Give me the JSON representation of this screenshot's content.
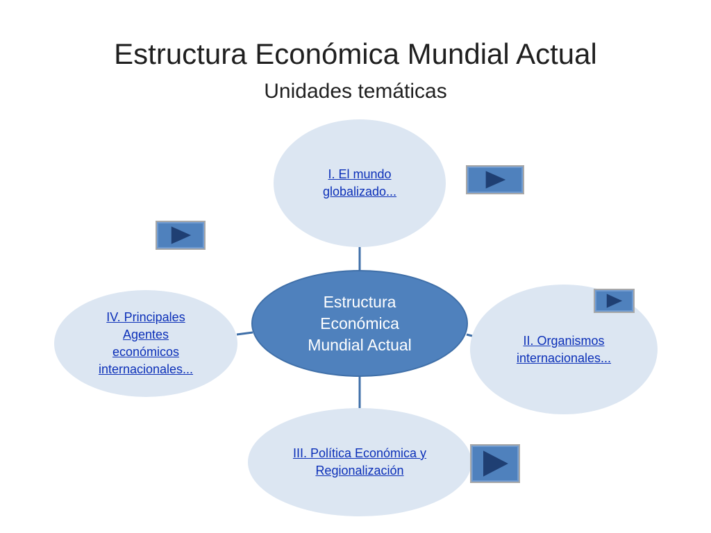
{
  "slide": {
    "title": "Estructura Económica Mundial Actual",
    "subtitle": "Unidades temáticas"
  },
  "diagram": {
    "center": {
      "label": "Estructura\nEconómica\nMundial Actual"
    },
    "topics": [
      {
        "label": "I. El mundo\nglobalizado..."
      },
      {
        "label": "II. Organismos\ninternacionales..."
      },
      {
        "label": "III. Política Económica y\nRegionalización"
      },
      {
        "label": "IV. Principales\nAgentes\neconómicos\ninternacionales..."
      }
    ]
  },
  "nav_buttons": [
    {
      "icon": "play-arrow-icon"
    },
    {
      "icon": "play-arrow-icon"
    },
    {
      "icon": "play-arrow-icon"
    },
    {
      "icon": "play-arrow-icon"
    }
  ],
  "colors": {
    "center_fill": "#4f81bd",
    "topic_fill": "#dce6f2",
    "connector": "#3f6fa8",
    "link_text": "#0b2fb8",
    "button_fill": "#4f81bd",
    "arrow_fill": "#1f3f73"
  }
}
